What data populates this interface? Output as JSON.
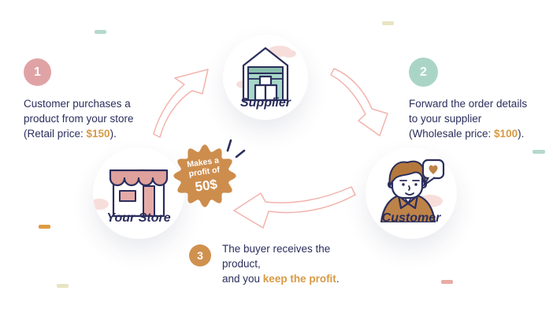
{
  "palette": {
    "navy": "#2b2e5c",
    "accent_orange": "#d79a44",
    "badge_orange": "#cd8d4d",
    "step1_pink": "#e0a3a5",
    "step2_teal": "#aad5c6",
    "step3_orange": "#d0914f",
    "arrow_pink": "#f2b3ac",
    "cloud_pink": "#f7dedb",
    "warehouse_teal": "#a7d7c7",
    "warehouse_teal_dark": "#8ac0ae",
    "store_awning": "#dfa19c",
    "store_pink": "#e5aba7",
    "customer_hair": "#b5783c",
    "customer_shirt": "#bd8349",
    "confetti_teal": "#b5d9cc",
    "confetti_beige": "#e8e4c3",
    "confetti_orange": "#dd9b43",
    "confetti_pink": "#e8aca5"
  },
  "nodes": {
    "supplier": {
      "label": "Supplier",
      "icon": "warehouse-icon"
    },
    "store": {
      "label": "Your Store",
      "icon": "storefront-icon"
    },
    "customer": {
      "label": "Customer",
      "icon": "customer-avatar-icon"
    }
  },
  "steps": [
    {
      "number": "1",
      "line1": "Customer purchases a",
      "line2": "product from your store",
      "line3_pre": "(Retail price: ",
      "line3_accent": "$150",
      "line3_post": ")."
    },
    {
      "number": "2",
      "line1": "Forward the order details",
      "line2": "to your supplier",
      "line3_pre": "(Wholesale price: ",
      "line3_accent": "$100",
      "line3_post": ")."
    },
    {
      "number": "3",
      "line1": "The buyer receives the product,",
      "line2_pre": "and you ",
      "line2_accent": "keep the profit",
      "line2_post": "."
    }
  ],
  "badge": {
    "line1": "Makes a",
    "line2": "profit of",
    "value": "50$"
  }
}
